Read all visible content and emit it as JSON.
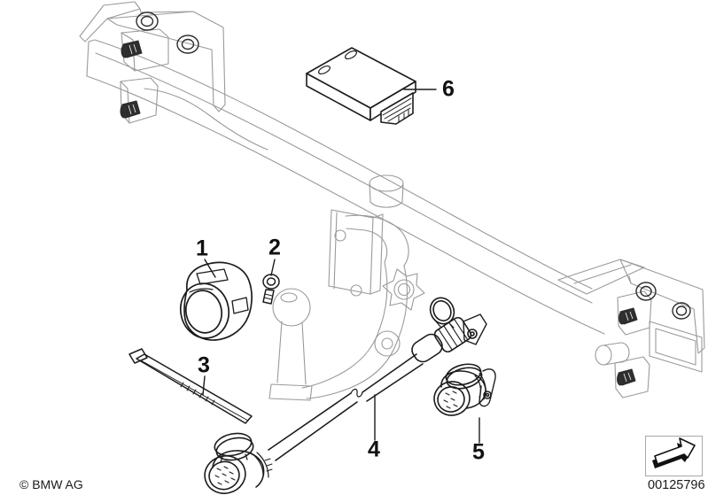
{
  "diagram": {
    "callouts": [
      {
        "label": "1"
      },
      {
        "label": "2"
      },
      {
        "label": "3"
      },
      {
        "label": "4"
      },
      {
        "label": "5"
      },
      {
        "label": "6"
      }
    ]
  },
  "footer": {
    "copyright": "© BMW AG",
    "document_number": "00125796"
  },
  "icons": {
    "nav_arrow": "arrow-up-right-icon"
  },
  "colors": {
    "background": "#ffffff",
    "part_line": "#1c1c1c",
    "carrier_line": "#9a9a9a",
    "label_text": "#111111"
  }
}
